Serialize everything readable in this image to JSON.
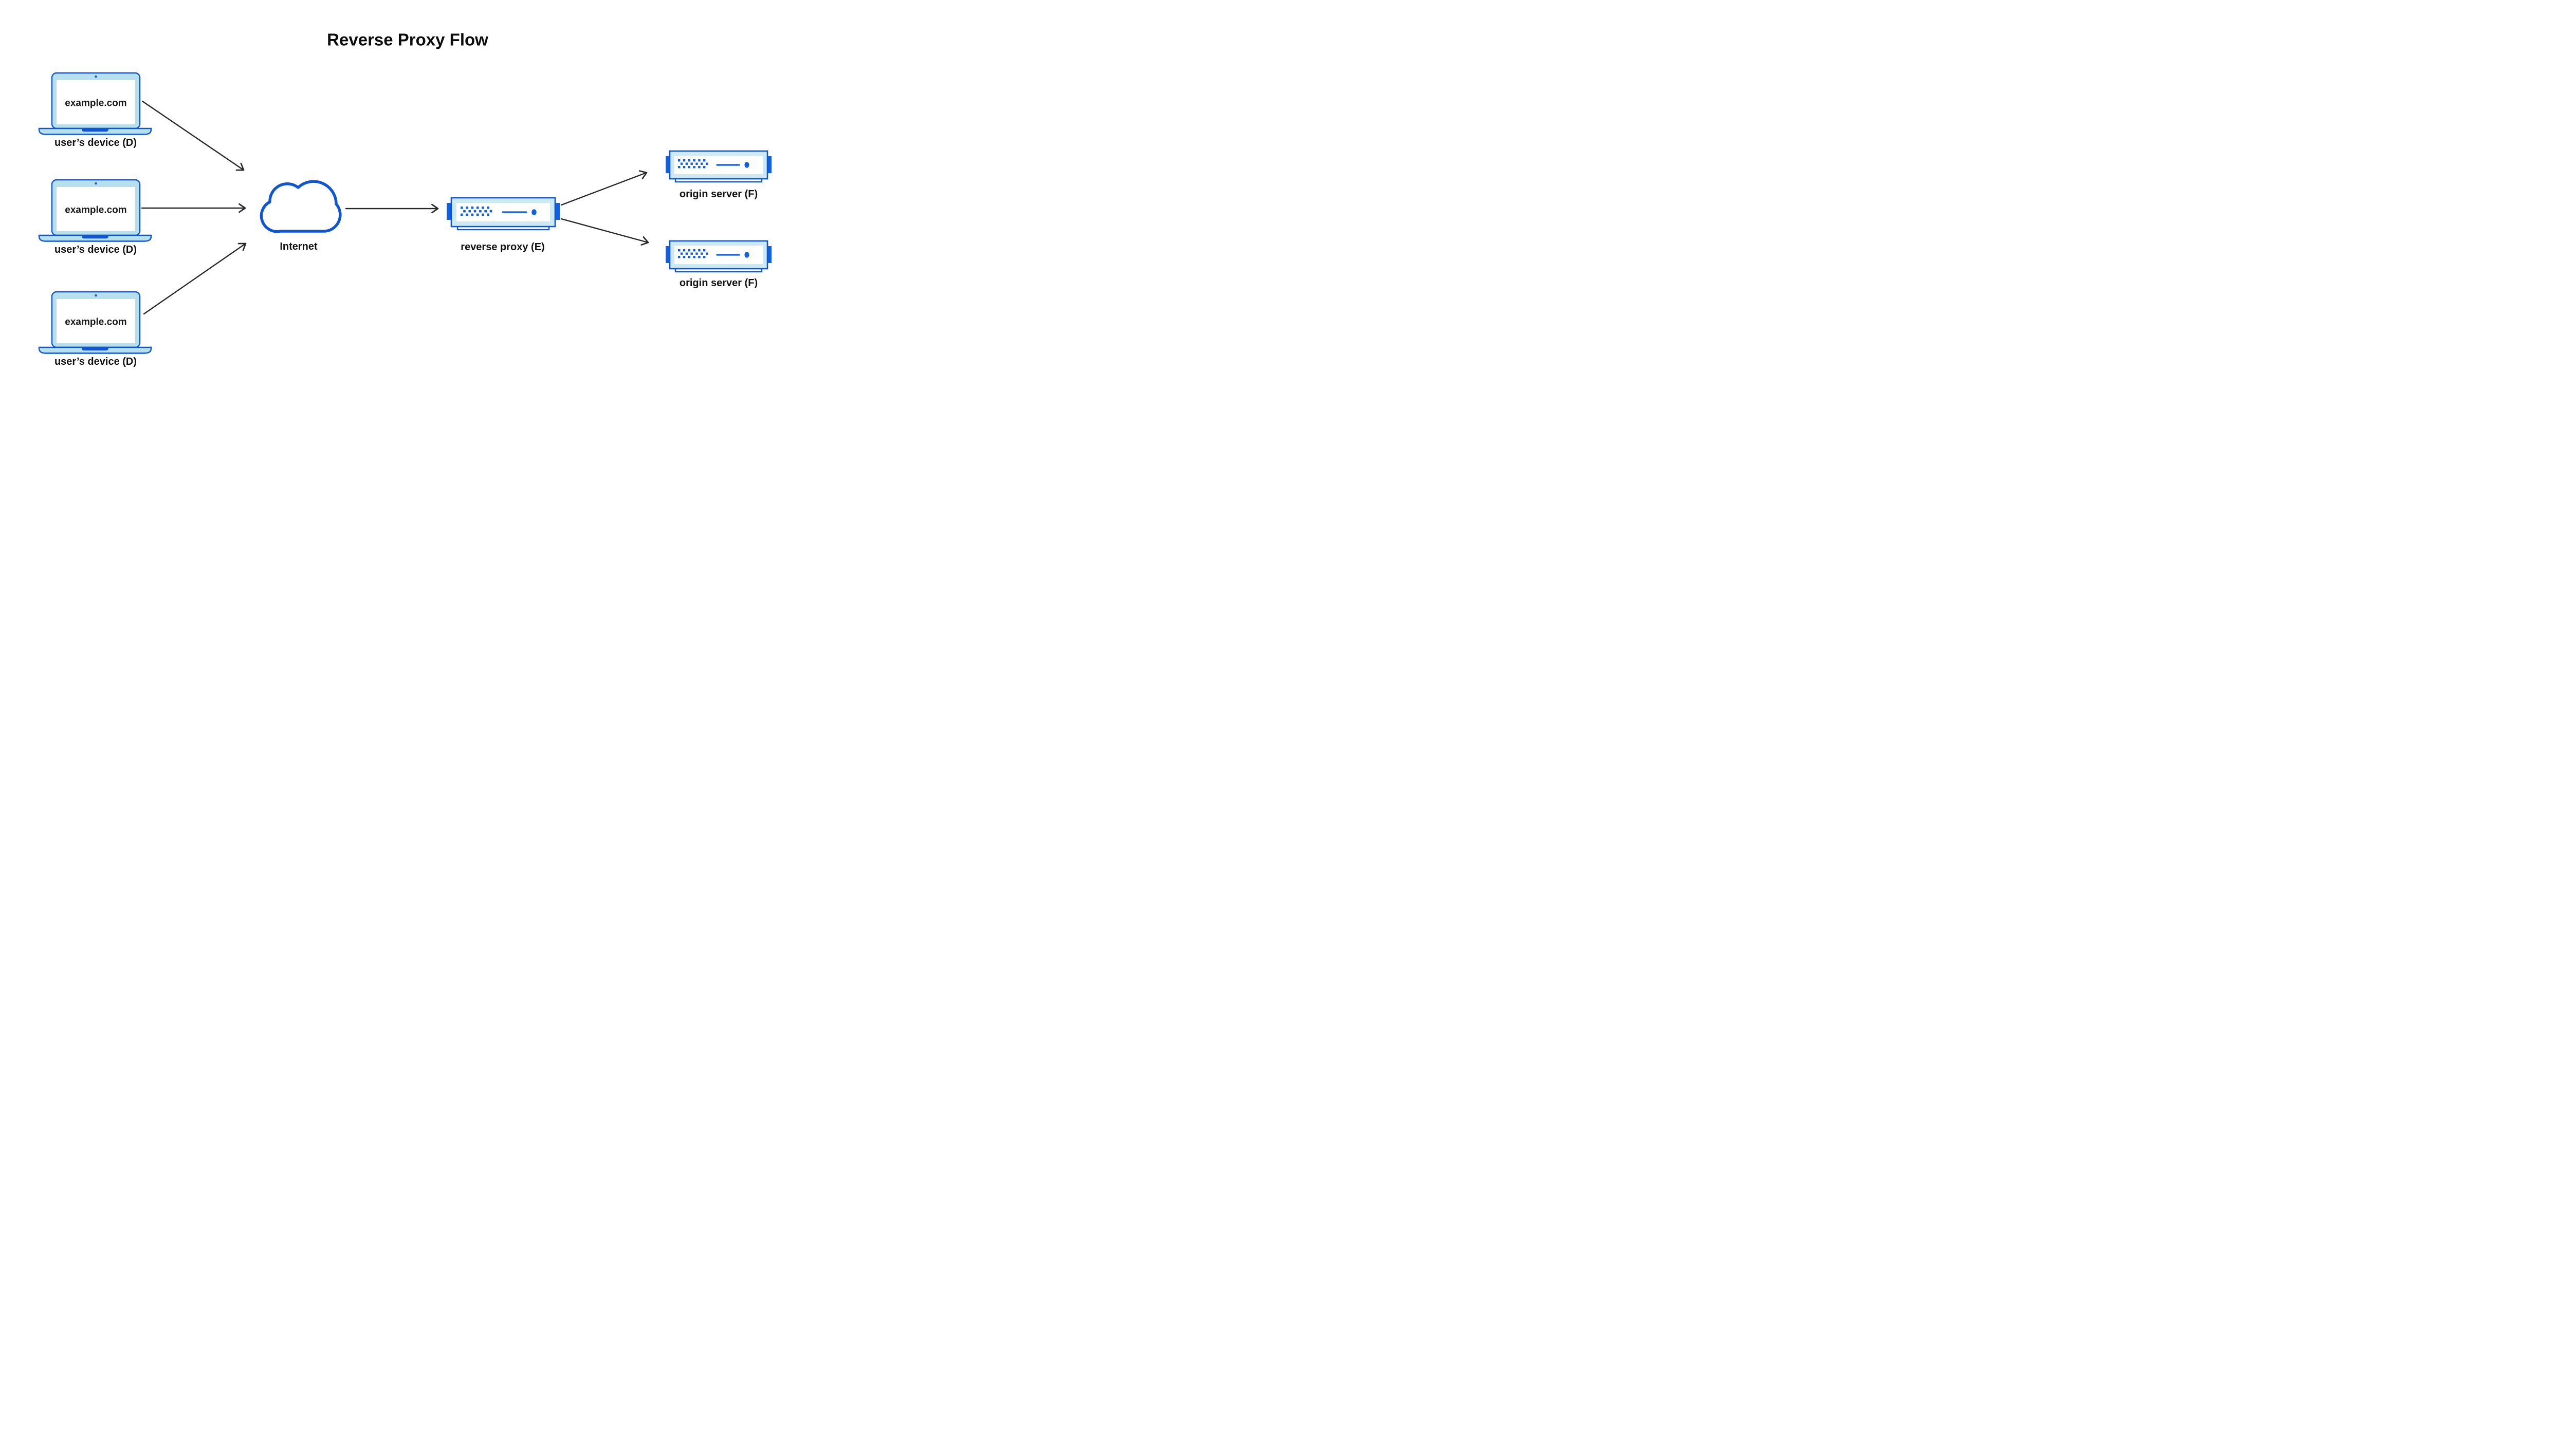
{
  "title": "Reverse Proxy Flow",
  "nodes": {
    "devices": [
      {
        "screen_text": "example.com",
        "label": "user’s device (D)"
      },
      {
        "screen_text": "example.com",
        "label": "user’s device (D)"
      },
      {
        "screen_text": "example.com",
        "label": "user’s device (D)"
      }
    ],
    "internet": {
      "label": "Internet"
    },
    "reverse_proxy": {
      "label": "reverse proxy (E)"
    },
    "origin_servers": [
      {
        "label": "origin server (F)"
      },
      {
        "label": "origin server (F)"
      }
    ]
  },
  "edges": [
    {
      "from": "user’s device (D) 1",
      "to": "Internet"
    },
    {
      "from": "user’s device (D) 2",
      "to": "Internet"
    },
    {
      "from": "user’s device (D) 3",
      "to": "Internet"
    },
    {
      "from": "Internet",
      "to": "reverse proxy (E)"
    },
    {
      "from": "reverse proxy (E)",
      "to": "origin server (F) 1"
    },
    {
      "from": "reverse proxy (E)",
      "to": "origin server (F) 2"
    }
  ],
  "colors": {
    "stroke_blue": "#1156d1",
    "fill_blue": "#1160de",
    "laptop_bezel_fill": "#b7e0ee",
    "server_frame_fill": "#cde9f3",
    "arrow": "#28272b",
    "text": "#0c0c0d",
    "background": "#ffffff"
  }
}
